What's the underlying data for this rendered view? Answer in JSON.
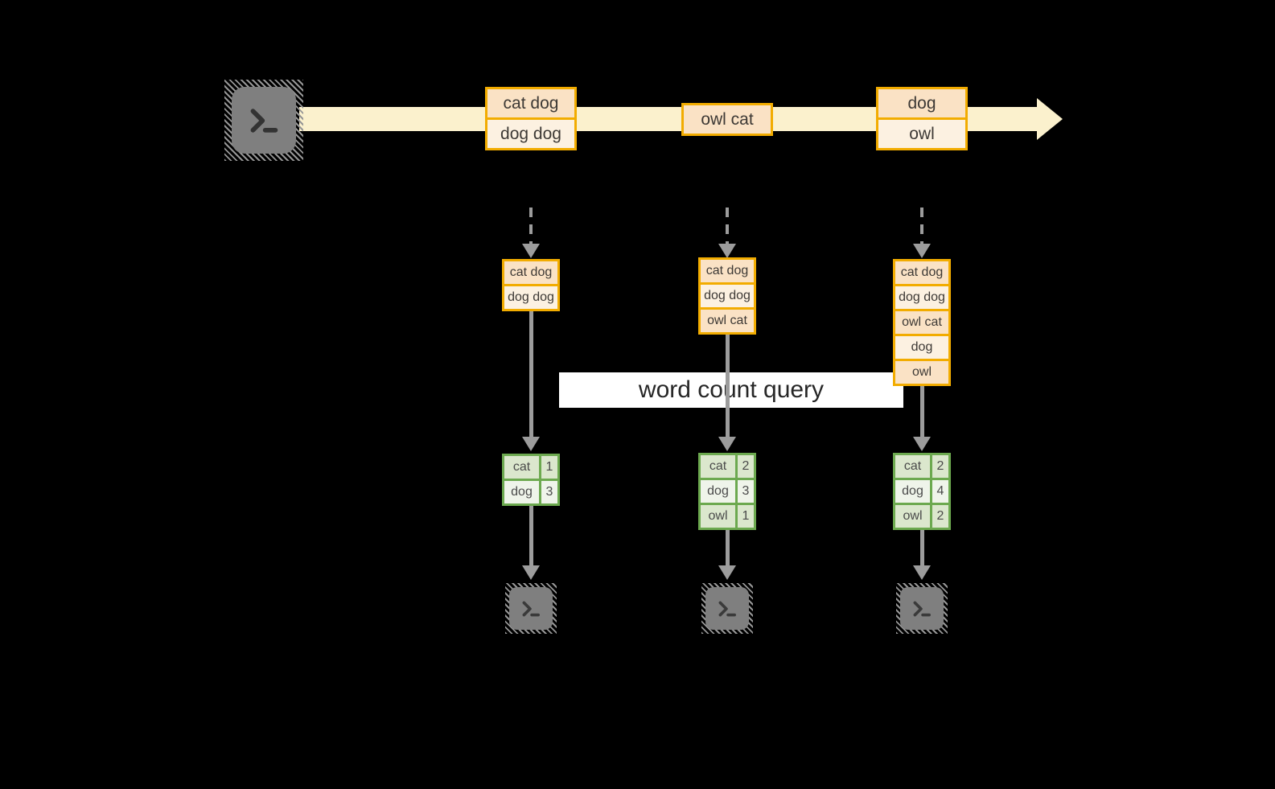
{
  "query_label": "word count query",
  "stream": {
    "source_icon": "terminal-icon",
    "batches": [
      {
        "items": [
          "cat dog",
          "dog dog"
        ]
      },
      {
        "items": [
          "owl cat"
        ]
      },
      {
        "items": [
          "dog",
          "owl"
        ]
      }
    ]
  },
  "columns": [
    {
      "state": [
        "cat dog",
        "dog dog"
      ],
      "counts": [
        {
          "word": "cat",
          "count": "1"
        },
        {
          "word": "dog",
          "count": "3"
        }
      ],
      "sink_icon": "terminal-icon"
    },
    {
      "state": [
        "cat dog",
        "dog dog",
        "owl cat"
      ],
      "counts": [
        {
          "word": "cat",
          "count": "2"
        },
        {
          "word": "dog",
          "count": "3"
        },
        {
          "word": "owl",
          "count": "1"
        }
      ],
      "sink_icon": "terminal-icon"
    },
    {
      "state": [
        "cat dog",
        "dog dog",
        "owl cat",
        "dog",
        "owl"
      ],
      "counts": [
        {
          "word": "cat",
          "count": "2"
        },
        {
          "word": "dog",
          "count": "4"
        },
        {
          "word": "owl",
          "count": "2"
        }
      ],
      "sink_icon": "terminal-icon"
    }
  ],
  "colors": {
    "background": "#000000",
    "stream_band": "#FBF1CD",
    "record_border": "#F2AC00",
    "record_fill_dark": "#FAE2C5",
    "record_fill_light": "#FCF1E1",
    "table_border": "#6CA94F",
    "table_row_dark": "#DBE7CD",
    "table_row_light": "#EFF4EA",
    "arrow_gray": "#9C9C9C",
    "terminal_gray": "#7F7F7F",
    "query_band_bg": "#FFFFFF"
  }
}
